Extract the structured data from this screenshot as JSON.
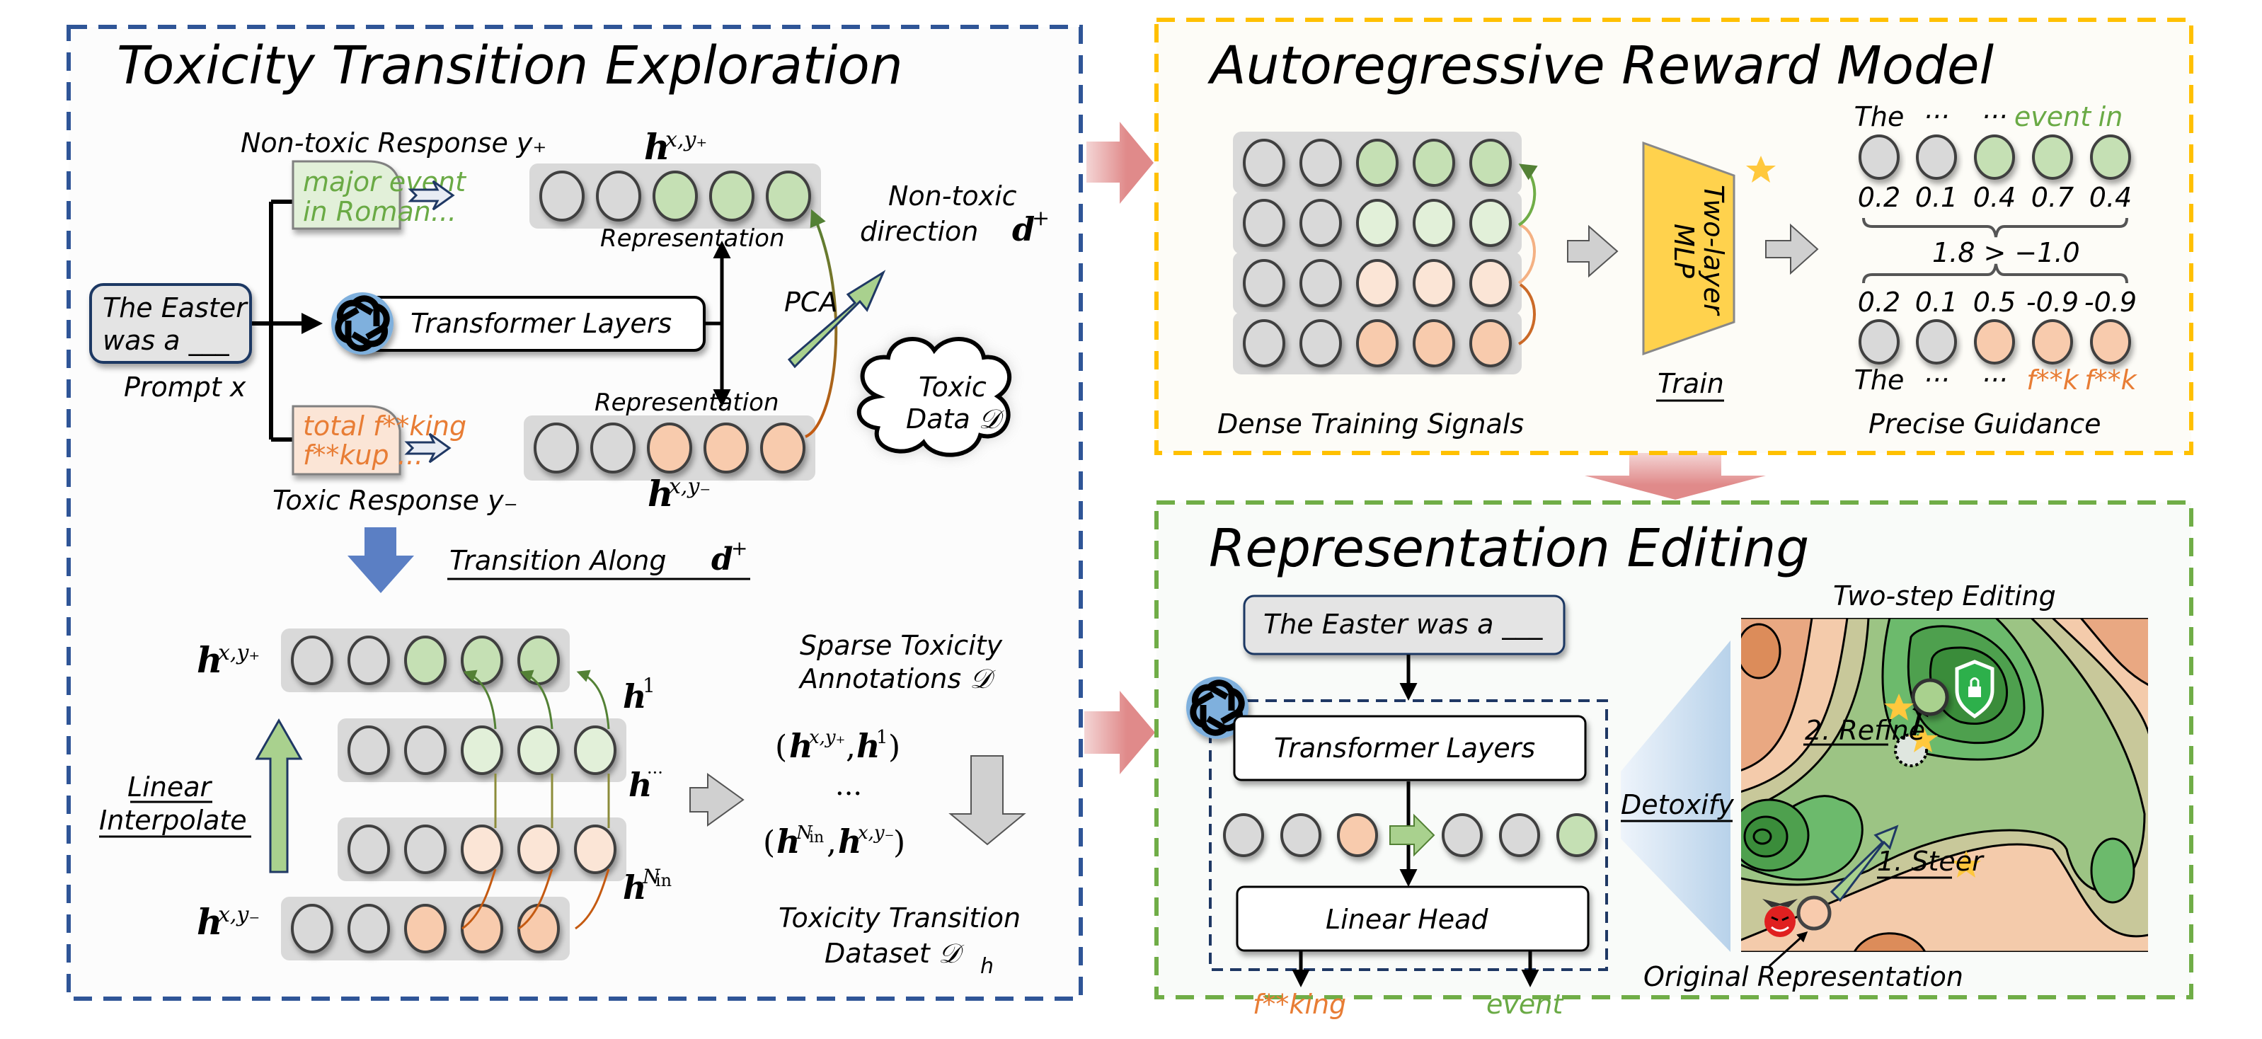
{
  "panels": {
    "exploration": {
      "title": "Toxicity Transition Exploration",
      "non_toxic_response_label": "Non-toxic Response y₊",
      "toxic_response_label": "Toxic Response y₋",
      "non_toxic_text_line1": "major event",
      "non_toxic_text_line2": "in Roman...",
      "toxic_text_line1": "total f**king",
      "toxic_text_line2": "f**kup ...",
      "prompt_line1": "The Easter",
      "prompt_line2": "was a ___",
      "prompt_label": "Prompt x",
      "transformer_label": "Transformer Layers",
      "representation_label": "Representation",
      "h_pos": "h",
      "h_pos_sup": "x,y₊",
      "h_neg": "h",
      "h_neg_sup": "x,y₋",
      "pca_label": "PCA",
      "direction_line1": "Non-toxic",
      "direction_line2": "direction ",
      "direction_symbol": "d",
      "direction_sup": "+",
      "cloud_line1": "Toxic",
      "cloud_line2": "Data 𝒟",
      "transition_label": "Transition Along ",
      "transition_symbol": "d",
      "transition_sup": "+",
      "interp_line1": "Linear",
      "interp_line2": "Interpolate",
      "h1": "h",
      "h1_sup": "1",
      "hdots": "h",
      "hdots_sup": "···",
      "hN": "h",
      "hN_sup": "N",
      "hN_sub": "in",
      "sparse_line1": "Sparse Toxicity",
      "sparse_line2": "Annotations 𝒟",
      "pair1": "(h^{x,y+}, h^1)",
      "pair_dots": "···",
      "pair2": "(h^{N_in}, h^{x,y-})",
      "dataset_line1": "Toxicity Transition",
      "dataset_line2": "Dataset 𝒟",
      "dataset_sub": "h"
    },
    "reward_model": {
      "title": "Autoregressive Reward Model",
      "dense_label": "Dense Training Signals",
      "mlp_line1": "Two-layer",
      "mlp_line2": "MLP",
      "train_label": "Train",
      "precise_label": "Precise Guidance",
      "top_tokens": [
        "The",
        "···",
        "···",
        "event",
        "in"
      ],
      "top_scores": [
        "0.2",
        "0.1",
        "0.4",
        "0.7",
        "0.4"
      ],
      "comparison": "1.8 > −1.0",
      "bottom_scores": [
        "0.2",
        "0.1",
        "0.5",
        "-0.9",
        "-0.9"
      ],
      "bottom_tokens": [
        "The",
        "···",
        "···",
        "f**k",
        "f**k"
      ]
    },
    "editing": {
      "title": "Representation Editing",
      "prompt": "The Easter was a ___",
      "transformer_label": "Transformer Layers",
      "linear_head_label": "Linear Head",
      "output_toxic": "f**king",
      "output_clean": "event",
      "detoxify_label": "Detoxify",
      "two_step_label": "Two-step Editing",
      "refine_label": "2. Refine",
      "steer_label": "1. Steer",
      "original_label": "Original Representation"
    }
  },
  "colors": {
    "blue_border": "#2f5597",
    "yellow_border": "#ffc000",
    "green_border": "#70ad47",
    "gray_node": "#d9d9d9",
    "green_node": "#c5e0b4",
    "light_green_node": "#e2f0d9",
    "orange_node": "#f8cbad",
    "light_orange_node": "#fbe5d6",
    "green_text": "#6aaa45",
    "orange_text": "#e87d35",
    "mlp_yellow": "#ffd24d",
    "pink_arrow": "#e08080"
  }
}
